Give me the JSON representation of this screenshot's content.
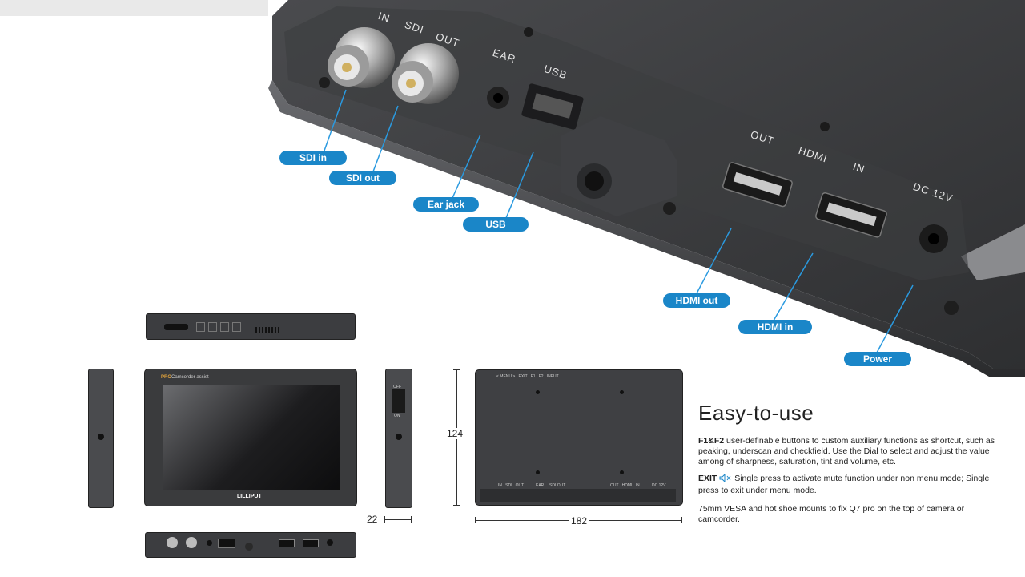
{
  "photo_labels": {
    "in": "IN",
    "sdi": "SDI",
    "out": "OUT",
    "ear": "EAR",
    "usb": "USB",
    "hdmi_out": "OUT",
    "hdmi": "HDMI",
    "hdmi_in": "IN",
    "dc": "DC 12V"
  },
  "callouts": {
    "sdi_in": "SDI in",
    "sdi_out": "SDI out",
    "ear_jack": "Ear jack",
    "usb": "USB",
    "hdmi_out": "HDMI out",
    "hdmi_in": "HDMI in",
    "power": "Power"
  },
  "front": {
    "brand_pro": "PRO",
    "brand_text": "Camcorder assist",
    "logo": "LILLIPUT"
  },
  "side_switch": {
    "off": "OFF",
    "on": "ON"
  },
  "back_panel": {
    "top_labels": "< MENU >   EXIT   F1   F2   INPUT",
    "bottom_left": "IN   SDI   OUT",
    "ear": "EAR",
    "sdi_out": "SDI OUT",
    "bottom_right": "OUT   HDMI   IN",
    "dc": "DC 12V"
  },
  "dimensions": {
    "height": "124",
    "width": "182",
    "depth": "22"
  },
  "features": {
    "title": "Easy-to-use",
    "p1_bold": "F1&F2",
    "p1_text": " user-definable buttons to custom auxiliary functions as shortcut, such as peaking, underscan and checkfield. Use the Dial to select and adjust the value among of sharpness, saturation, tint and volume, etc.",
    "p2_bold": "EXIT",
    "p2_text": "Single press to activate mute function under non menu mode; Single press to exit under menu mode.",
    "p3_text": "75mm VESA and hot shoe mounts to fix Q7 pro on the top of camera or camcorder."
  },
  "colors": {
    "accent": "#1a86c8",
    "device": "#3a3b3d"
  }
}
